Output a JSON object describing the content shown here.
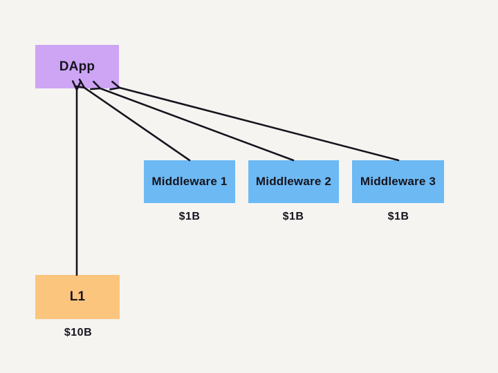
{
  "diagram": {
    "background_color": "#f5f4f1",
    "line_color": "#17141d",
    "text_color": "#17141d",
    "nodes": {
      "dapp": {
        "label": "DApp",
        "color": "#cda5f4"
      },
      "middleware1": {
        "label": "Middleware 1",
        "value": "$1B",
        "color": "#6db9f4"
      },
      "middleware2": {
        "label": "Middleware 2",
        "value": "$1B",
        "color": "#6db9f4"
      },
      "middleware3": {
        "label": "Middleware 3",
        "value": "$1B",
        "color": "#6db9f4"
      },
      "l1": {
        "label": "L1",
        "value": "$10B",
        "color": "#fcc57e"
      }
    },
    "edges": [
      {
        "from": "l1",
        "to": "dapp"
      },
      {
        "from": "middleware1",
        "to": "dapp"
      },
      {
        "from": "middleware2",
        "to": "dapp"
      },
      {
        "from": "middleware3",
        "to": "dapp"
      }
    ]
  }
}
